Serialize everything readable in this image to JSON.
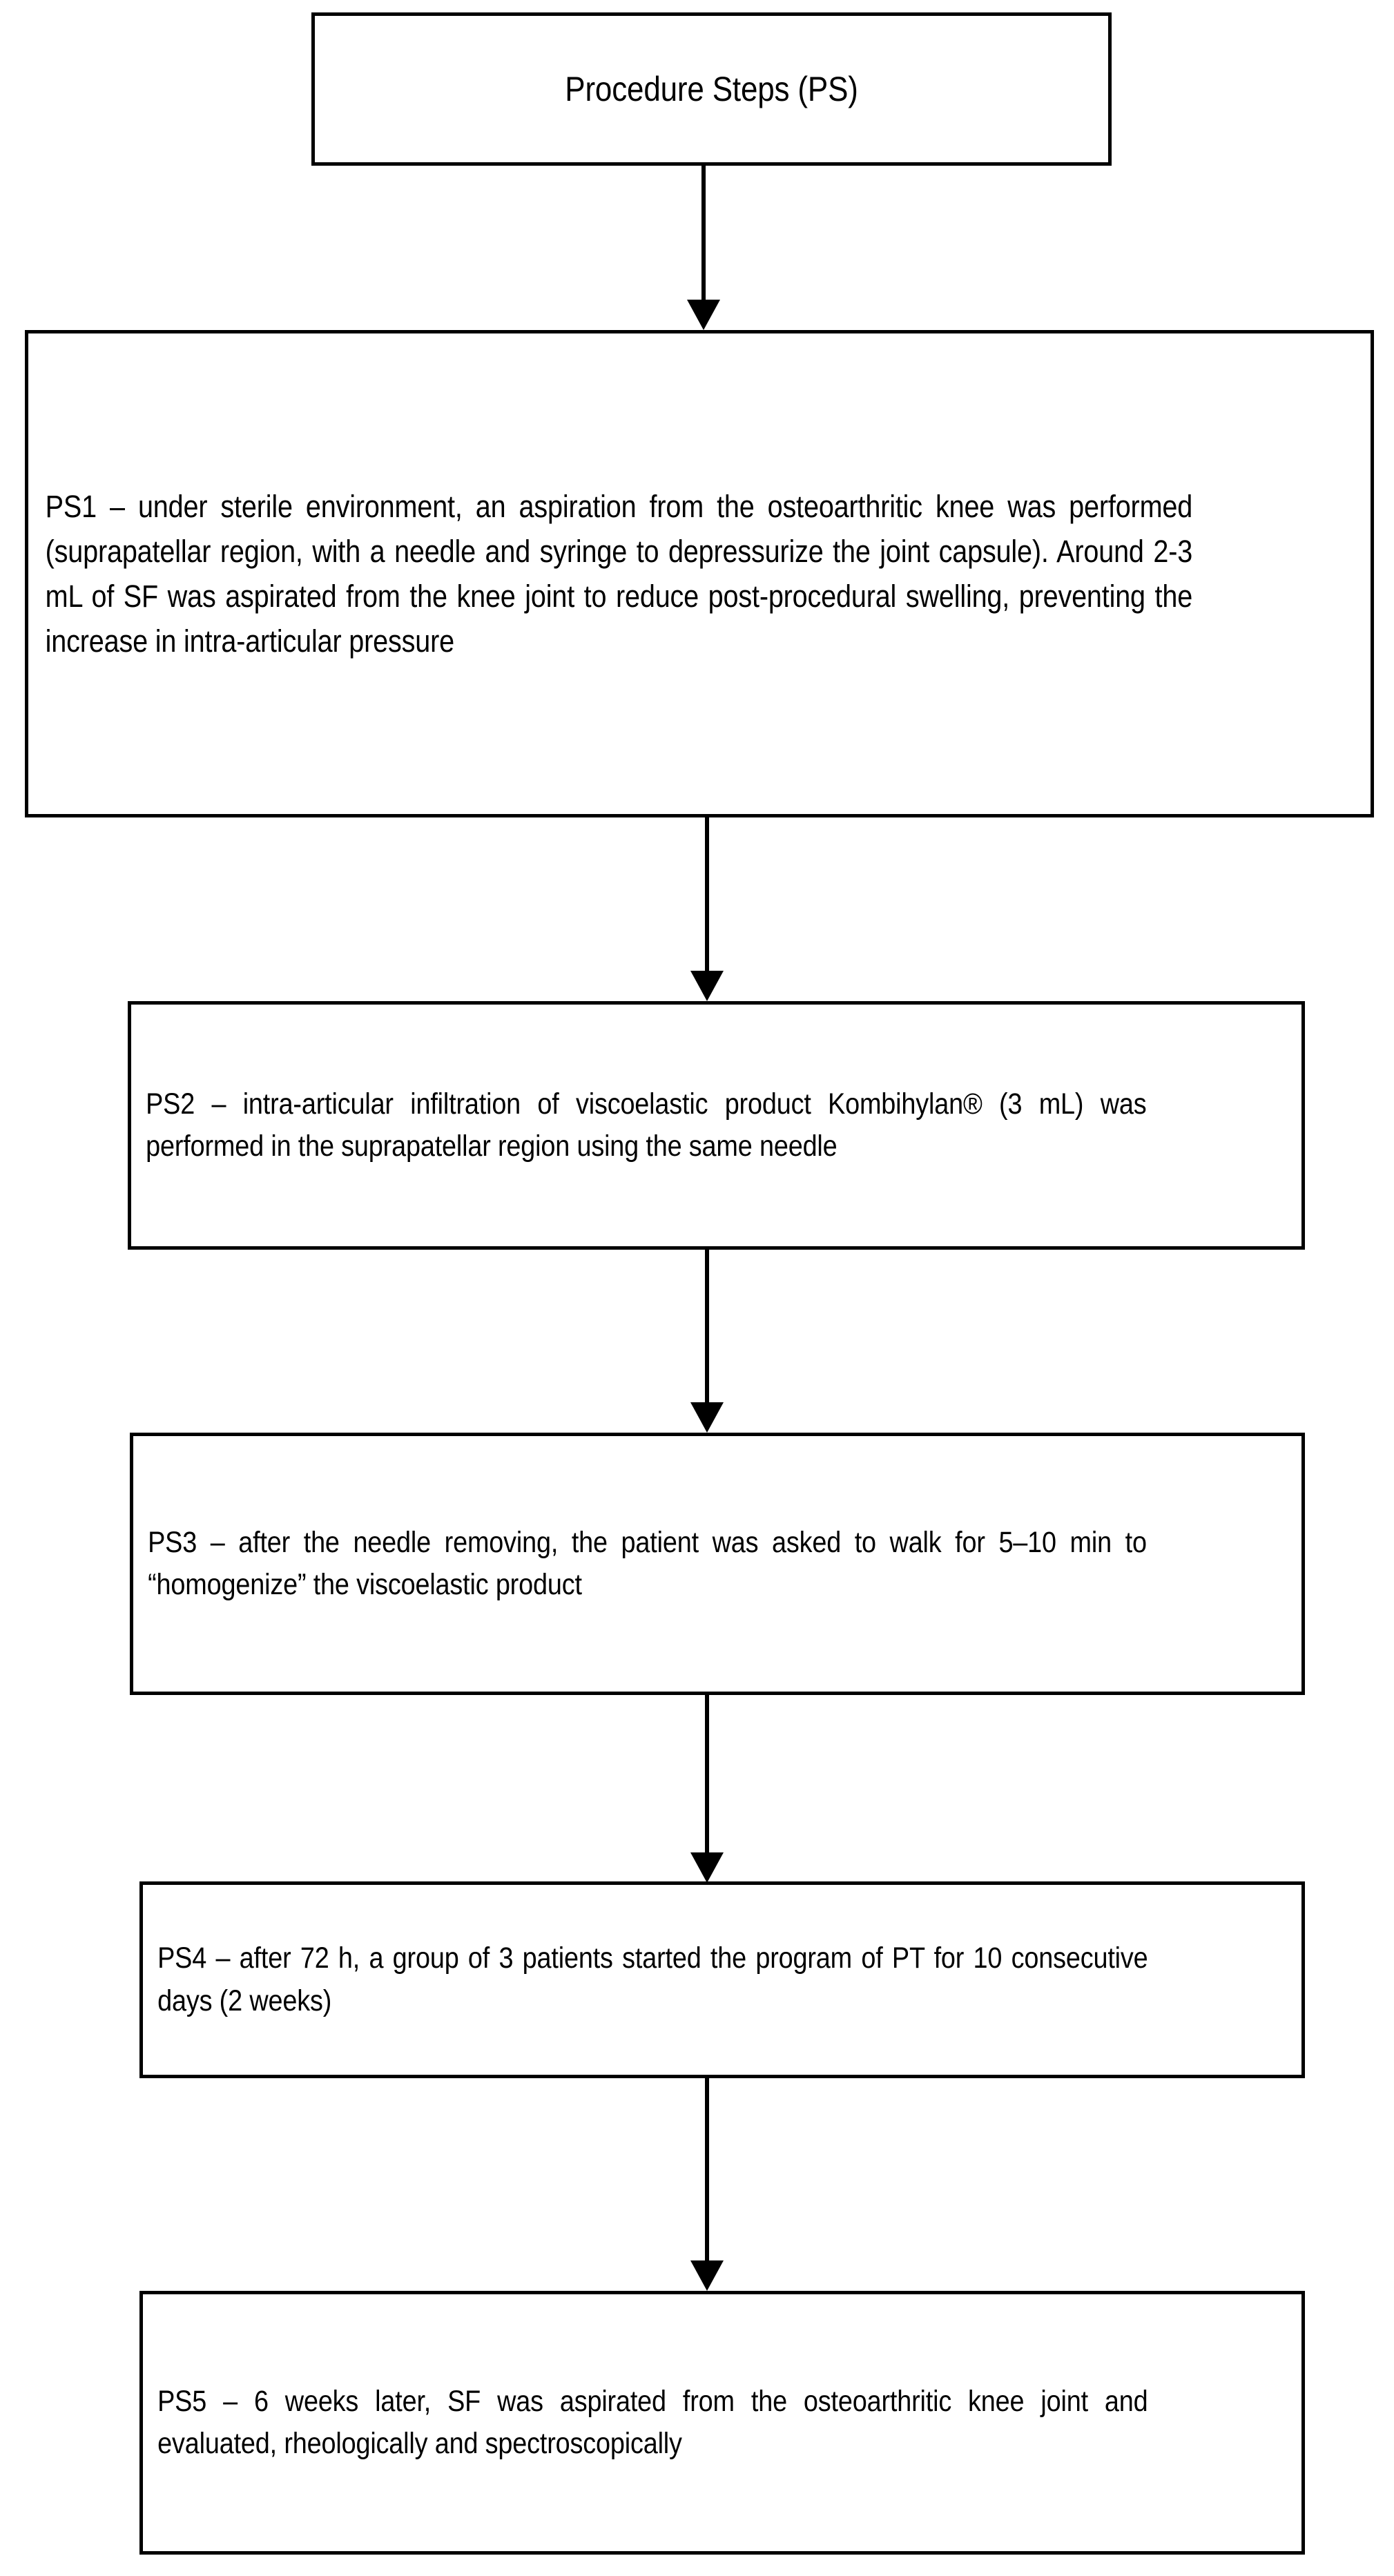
{
  "diagram": {
    "title": "Procedure Steps (PS)",
    "orientation": "vertical-top-down",
    "node_count": 6,
    "connector_count": 5,
    "colors": {
      "background": "#ffffff",
      "border": "#000000",
      "text": "#000000",
      "arrow": "#000000"
    },
    "nodes": [
      {
        "id": "title",
        "label": "Procedure Steps (PS)",
        "align": "center"
      },
      {
        "id": "ps1",
        "label": "PS1 – under sterile environment, an aspiration from the osteoarthritic knee was performed (suprapatellar region, with a needle and syringe to depressurize the joint capsule). Around 2-3 mL of SF was aspirated from the knee joint to reduce post-procedural swelling, preventing the increase in intra-articular pressure",
        "align": "justify"
      },
      {
        "id": "ps2",
        "label": "PS2 – intra-articular infiltration of viscoelastic product Kombihylan® (3 mL) was performed in the suprapatellar region using the same needle",
        "align": "justify"
      },
      {
        "id": "ps3",
        "label": "PS3 – after the needle removing, the patient was asked to walk for 5–10 min to “homogenize” the viscoelastic product",
        "align": "justify"
      },
      {
        "id": "ps4",
        "label": "PS4 – after 72 h, a group of 3 patients started the program of PT for 10 consecutive days (2 weeks)",
        "align": "justify"
      },
      {
        "id": "ps5",
        "label": "PS5 – 6 weeks later, SF was aspirated from the osteoarthritic knee joint and evaluated, rheologically and spectroscopically",
        "align": "justify"
      }
    ],
    "connectors": [
      {
        "id": "title-ps1",
        "from": "title",
        "to": "ps1",
        "style": "solid-arrow-down"
      },
      {
        "id": "ps1-ps2",
        "from": "ps1",
        "to": "ps2",
        "style": "solid-arrow-down"
      },
      {
        "id": "ps2-ps3",
        "from": "ps2",
        "to": "ps3",
        "style": "solid-arrow-down"
      },
      {
        "id": "ps3-ps4",
        "from": "ps3",
        "to": "ps4",
        "style": "solid-arrow-down"
      },
      {
        "id": "ps4-ps5",
        "from": "ps4",
        "to": "ps5",
        "style": "solid-arrow-down"
      }
    ]
  }
}
